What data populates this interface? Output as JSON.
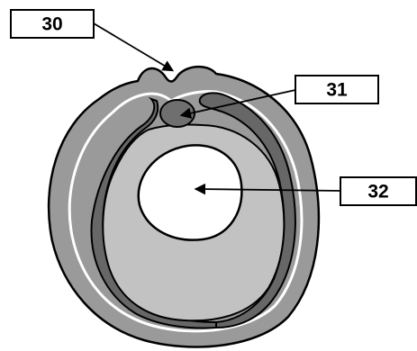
{
  "labels": {
    "label_30": "30",
    "label_31": "31",
    "label_32": "32"
  },
  "colors": {
    "outer_layer": "#9a9a9a",
    "inner_band": "#676767",
    "interior": "#c2c2c2",
    "cavity": "#ffffff",
    "nodule": "#6f6f6f",
    "outline": "#000000"
  }
}
